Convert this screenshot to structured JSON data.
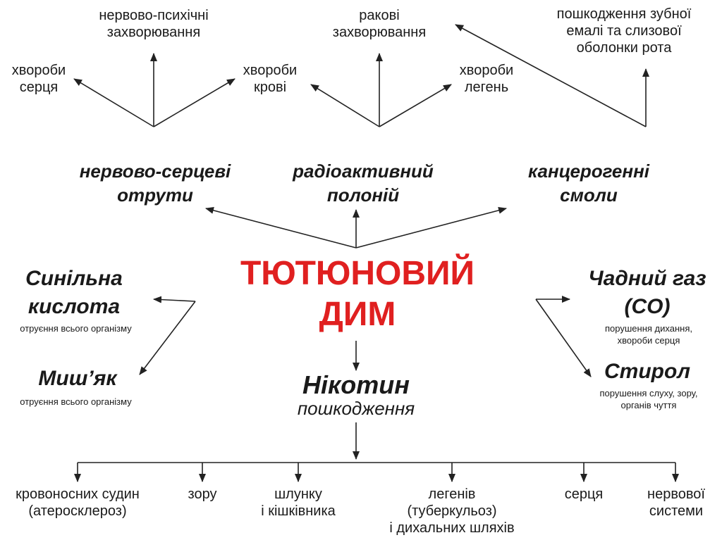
{
  "center": {
    "line1": "ТЮТЮНОВИЙ",
    "line2": "ДИМ"
  },
  "top_diseases": {
    "nervous_psychic": [
      "нервово-психічні",
      "захворювання"
    ],
    "heart": [
      "хвороби",
      "серця"
    ],
    "blood": [
      "хвороби",
      "крові"
    ],
    "cancer": [
      "ракові",
      "захворювання"
    ],
    "lungs": [
      "хвороби",
      "легень"
    ],
    "enamel": [
      "пошкодження зубної",
      "емалі та слизової",
      "оболонки рота"
    ]
  },
  "agents": {
    "nerve_heart_poisons": [
      "нервово-серцеві",
      "отрути"
    ],
    "polonium": [
      "радіоактивний",
      "полоній"
    ],
    "carcinogenic_tars": [
      "канцерогенні",
      "смоли"
    ]
  },
  "left_substances": {
    "cyanide": {
      "name": [
        "Синільна",
        "кислота"
      ],
      "effect": "отруєння всього організму"
    },
    "arsenic": {
      "name": "Миш’як",
      "effect": "отруєння всього організму"
    }
  },
  "right_substances": {
    "co": {
      "name": [
        "Чадний газ",
        "(CO)"
      ],
      "effect": [
        "порушення дихання,",
        "хвороби серця"
      ]
    },
    "styrene": {
      "name": "Стирол",
      "effect": [
        "порушення слуху, зору,",
        "органів чуття"
      ]
    }
  },
  "nicotine": {
    "name": "Нікотин",
    "subtitle": "пошкодження"
  },
  "damages": {
    "vessels": [
      "кровоносних судин",
      "(атеросклероз)"
    ],
    "vision": "зору",
    "stomach": [
      "шлунку",
      "і кішківника"
    ],
    "lungs": [
      "легенів",
      "(туберкульоз)",
      "і дихальних шляхів"
    ],
    "heart": "серця",
    "nervous": [
      "нервової",
      "системи"
    ]
  },
  "colors": {
    "title": "#e02020",
    "text": "#1a1a1a",
    "arrows": "#222222"
  }
}
